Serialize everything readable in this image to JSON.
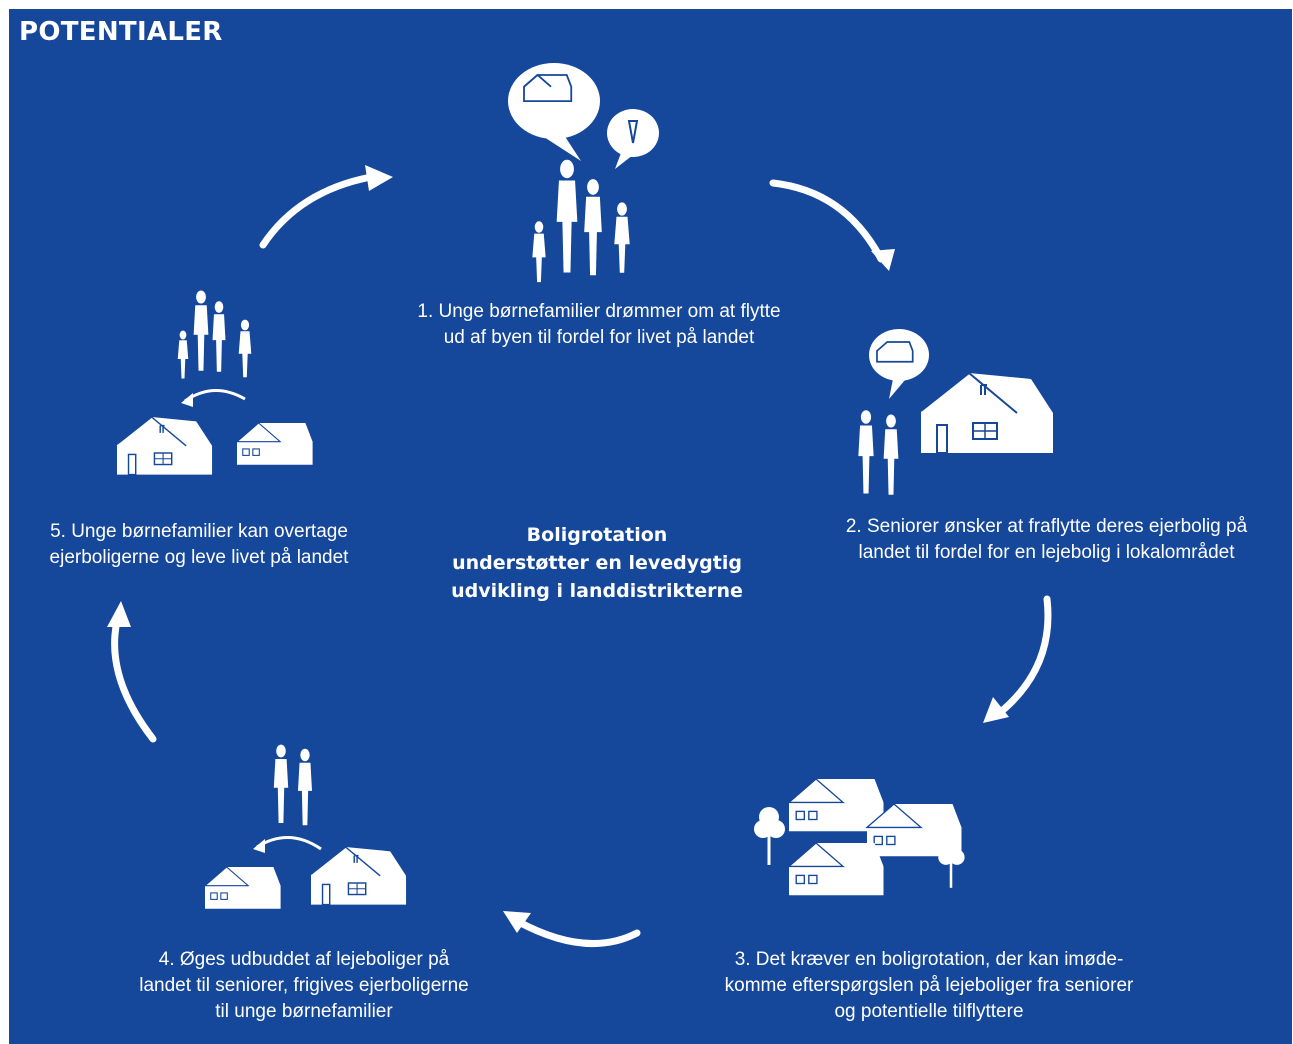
{
  "heading": "POTENTIALER",
  "center_text": [
    "Boligrotation",
    "understøtter en levedygtig",
    "udvikling i landdistrikterne"
  ],
  "steps": [
    {
      "lines": [
        "1. Unge børnefamilier drømmer om at flytte",
        "ud af byen til fordel for livet på landet"
      ]
    },
    {
      "lines": [
        "2. Seniorer ønsker at fraflytte deres ejerbolig på",
        "landet til fordel for en lejebolig i lokalområdet"
      ]
    },
    {
      "lines": [
        "3. Det kræver en boligrotation, der kan imøde-",
        "komme efterspørgslen på lejeboliger fra seniorer",
        "og potentielle tilflyttere"
      ]
    },
    {
      "lines": [
        "4. Øges udbuddet af lejeboliger på",
        "landet til seniorer, frigives ejerboligerne",
        "til unge børnefamilier"
      ]
    },
    {
      "lines": [
        "5. Unge børnefamilier kan overtage",
        "ejerboligerne og leve livet på landet"
      ]
    }
  ],
  "colors": {
    "background": "#15479b",
    "foreground": "#ffffff"
  },
  "icons": [
    "family-icon",
    "thought-bubble-icon",
    "house-icon",
    "seniors-icon",
    "village-icon",
    "tree-icon",
    "arrow-icon"
  ]
}
